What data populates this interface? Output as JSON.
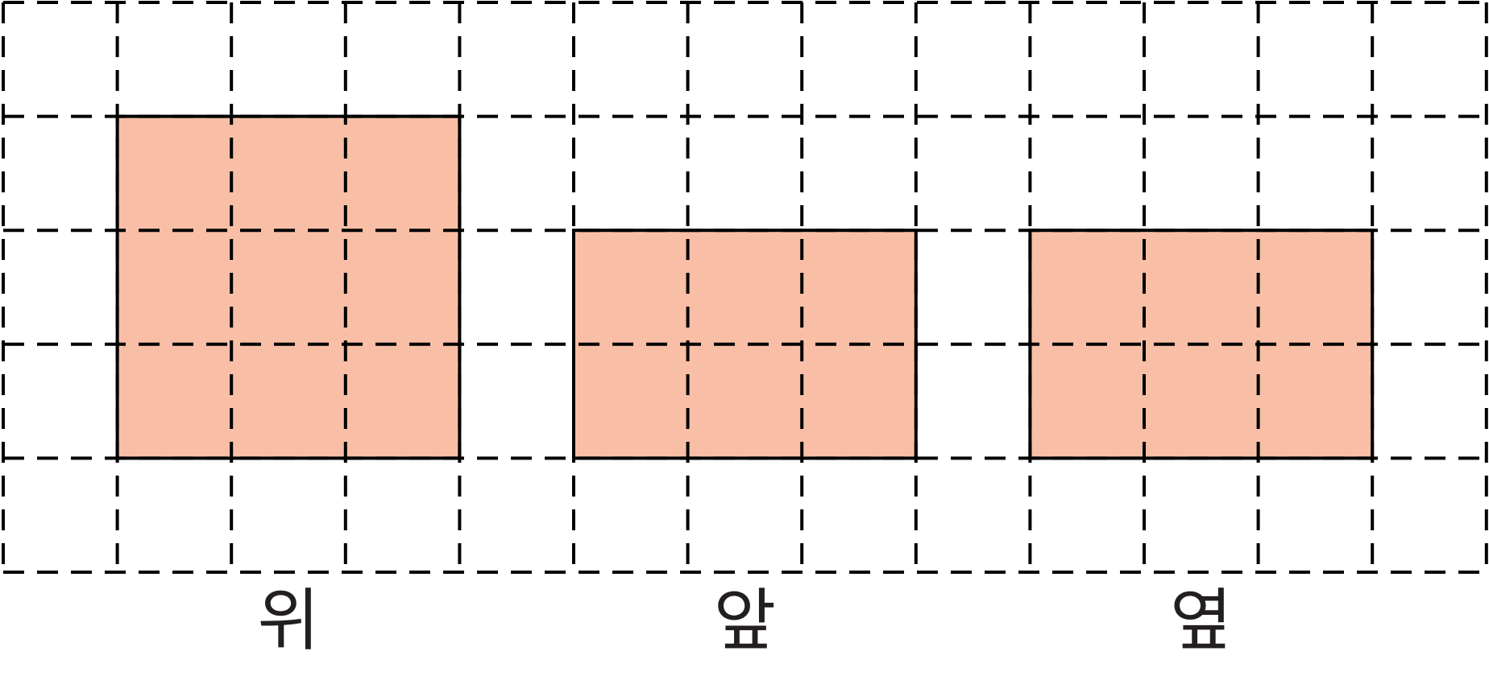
{
  "colors": {
    "fill": "#f9bfa6",
    "line": "#000000",
    "label": "#231f20"
  },
  "grid": {
    "columns": 13,
    "rows": 5
  },
  "views": [
    {
      "label": "위",
      "col_start": 1,
      "col_end": 4,
      "row_start": 1,
      "row_end": 4
    },
    {
      "label": "앞",
      "col_start": 5,
      "col_end": 8,
      "row_start": 2,
      "row_end": 4
    },
    {
      "label": "옆",
      "col_start": 9,
      "col_end": 12,
      "row_start": 2,
      "row_end": 4
    }
  ]
}
